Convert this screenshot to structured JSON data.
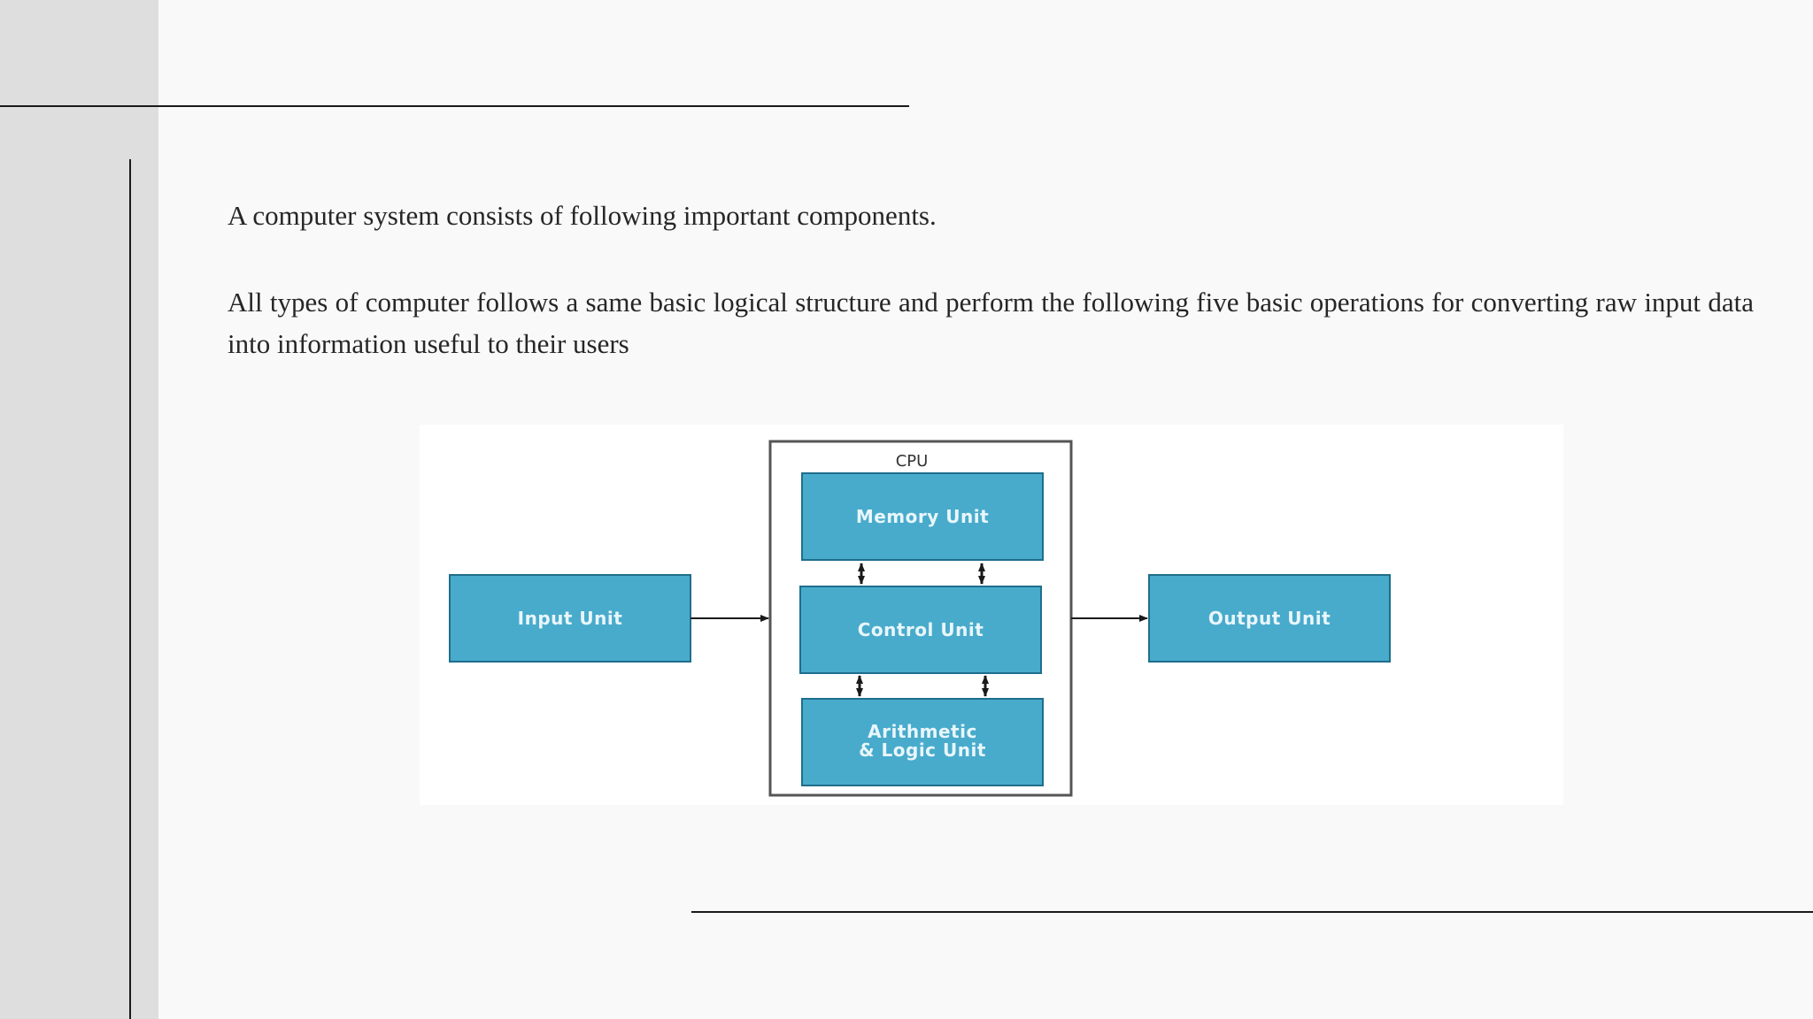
{
  "slide": {
    "intro": "A computer system consists of following important components.",
    "body": "All types of computer follows a same basic logical structure and perform the following five basic operations for converting raw input data into information useful to their users"
  },
  "diagram": {
    "cpu_label": "CPU",
    "input_unit": "Input Unit",
    "memory_unit": "Memory Unit",
    "control_unit": "Control Unit",
    "alu_line1": "Arithmetic",
    "alu_line2": "& Logic Unit",
    "output_unit": "Output  Unit",
    "colors": {
      "box_fill": "#48abcc",
      "box_border": "#1f6e8c",
      "box_text": "#e9f6fb",
      "connector": "#1a1a1a"
    }
  }
}
